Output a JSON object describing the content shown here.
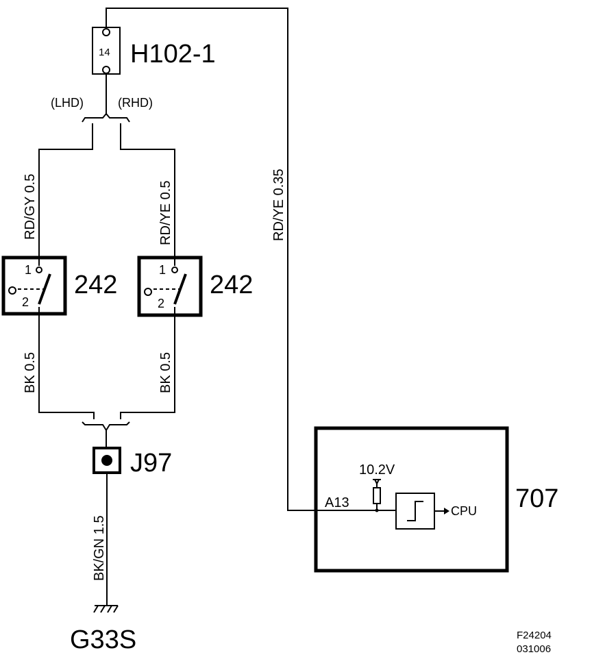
{
  "connector_h102": {
    "pin": "14",
    "label": "H102-1"
  },
  "variants": {
    "lhd": "(LHD)",
    "rhd": "(RHD)"
  },
  "wires": {
    "left_top": "RD/GY  0.5",
    "right_top": "RD/YE  0.5",
    "signal": "RD/YE  0.35",
    "left_bottom": "BK  0.5",
    "right_bottom": "BK  0.5",
    "ground": "BK/GN  1.5"
  },
  "switch_left": {
    "label": "242",
    "pin1": "1",
    "pin2": "2"
  },
  "switch_right": {
    "label": "242",
    "pin1": "1",
    "pin2": "2"
  },
  "junction": {
    "label": "J97"
  },
  "ground_point": {
    "label": "G33S"
  },
  "module": {
    "label": "707",
    "voltage": "10.2V",
    "pin": "A13",
    "output": "CPU"
  },
  "figure_ref": {
    "code": "F24204",
    "date": "031006"
  }
}
